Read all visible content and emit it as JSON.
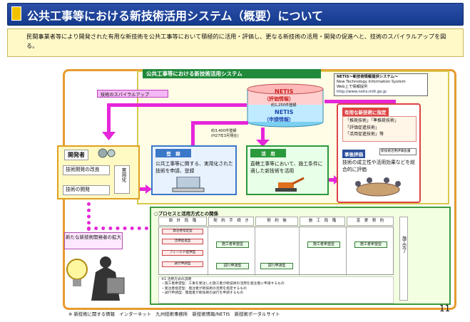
{
  "title": "公共工事等における新技術活用システム（概要）について",
  "intro": "民間事業者等により開発された有用な新技術を公共工事等において積極的に活用・評価し、更なる新技術の活用・開発の促進へと、技術のスパイラルアップを図る。",
  "system_title": "公共工事等における新技術活用システム",
  "netis_note": {
    "line1": "NETIS～新技術情報提供システム～",
    "line2": "New Technology Information System",
    "line3": "Web上で情報提供",
    "line4": "http://www.netis.mlit.go.jp"
  },
  "netis_db": {
    "name": "NETIS",
    "eval_label": "（評価情報）",
    "eval_count": "約1,250件登録",
    "apply_label": "（申請情報）",
    "apply_count": "約3,400件登録",
    "apply_date": "(H27年3月現在)"
  },
  "spiral_label": "技術のスパイラルアップ",
  "developer": {
    "title": "開発者",
    "item1": "技術開発の改良",
    "item2": "技術の開発",
    "side": "実用化"
  },
  "registration": {
    "title": "登　録",
    "text": "公共工事等に関する、実用化された技術を申請、登録"
  },
  "usage": {
    "title": "活　用",
    "text": "直轄工事等において、施工条件に適した新技術を活用"
  },
  "right_panel": {
    "header": "有用な新技術に指定",
    "item1": "「推奨技術」「準推奨技術」",
    "item2": "「評価促進技術」",
    "item3": "「活用促進技術」等",
    "eval_title": "事後評価",
    "eval_side": "新技術活用評価会議",
    "eval_text": "技術の成立性や活用効果などを総合的に評価"
  },
  "process": {
    "title": "○プロセスと活用方式との関係",
    "phases": [
      "設　計　段　階",
      "契　約　手　続　き",
      "契　約　後",
      "施　工　段　階",
      "変　更　契　約"
    ],
    "completion": "施工完了",
    "boxes": [
      "施工者希望型",
      "施工者希望型",
      "施工者希望型",
      "試行申請型",
      "試行申請型"
    ],
    "left_boxes": [
      "発注者指定型",
      "活用促進型",
      "フィールド提供型",
      "試行申請型"
    ],
    "notes": [
      "※1 活用方式の説明",
      "・施工者希望型：工事を受注した施工者が新技術の活用を発注者に申請するもの",
      "・発注者指定型：発注者が新技術の活用を指定するもの",
      "・試行申請型：開発者が新技術の試行を申請するもの"
    ]
  },
  "new_developer": "新たな新技術開発者の拡大",
  "footer": "※ 新技術に関する情報　インターネット　九州技術事務所　新技術情報/NETIS　新技術ポータルサイト",
  "page_number": "11",
  "colors": {
    "title_bg": "#1a3f95",
    "arrow": "#e526d9",
    "frame": "#e79b2e",
    "system_bg": "#fffde6"
  }
}
